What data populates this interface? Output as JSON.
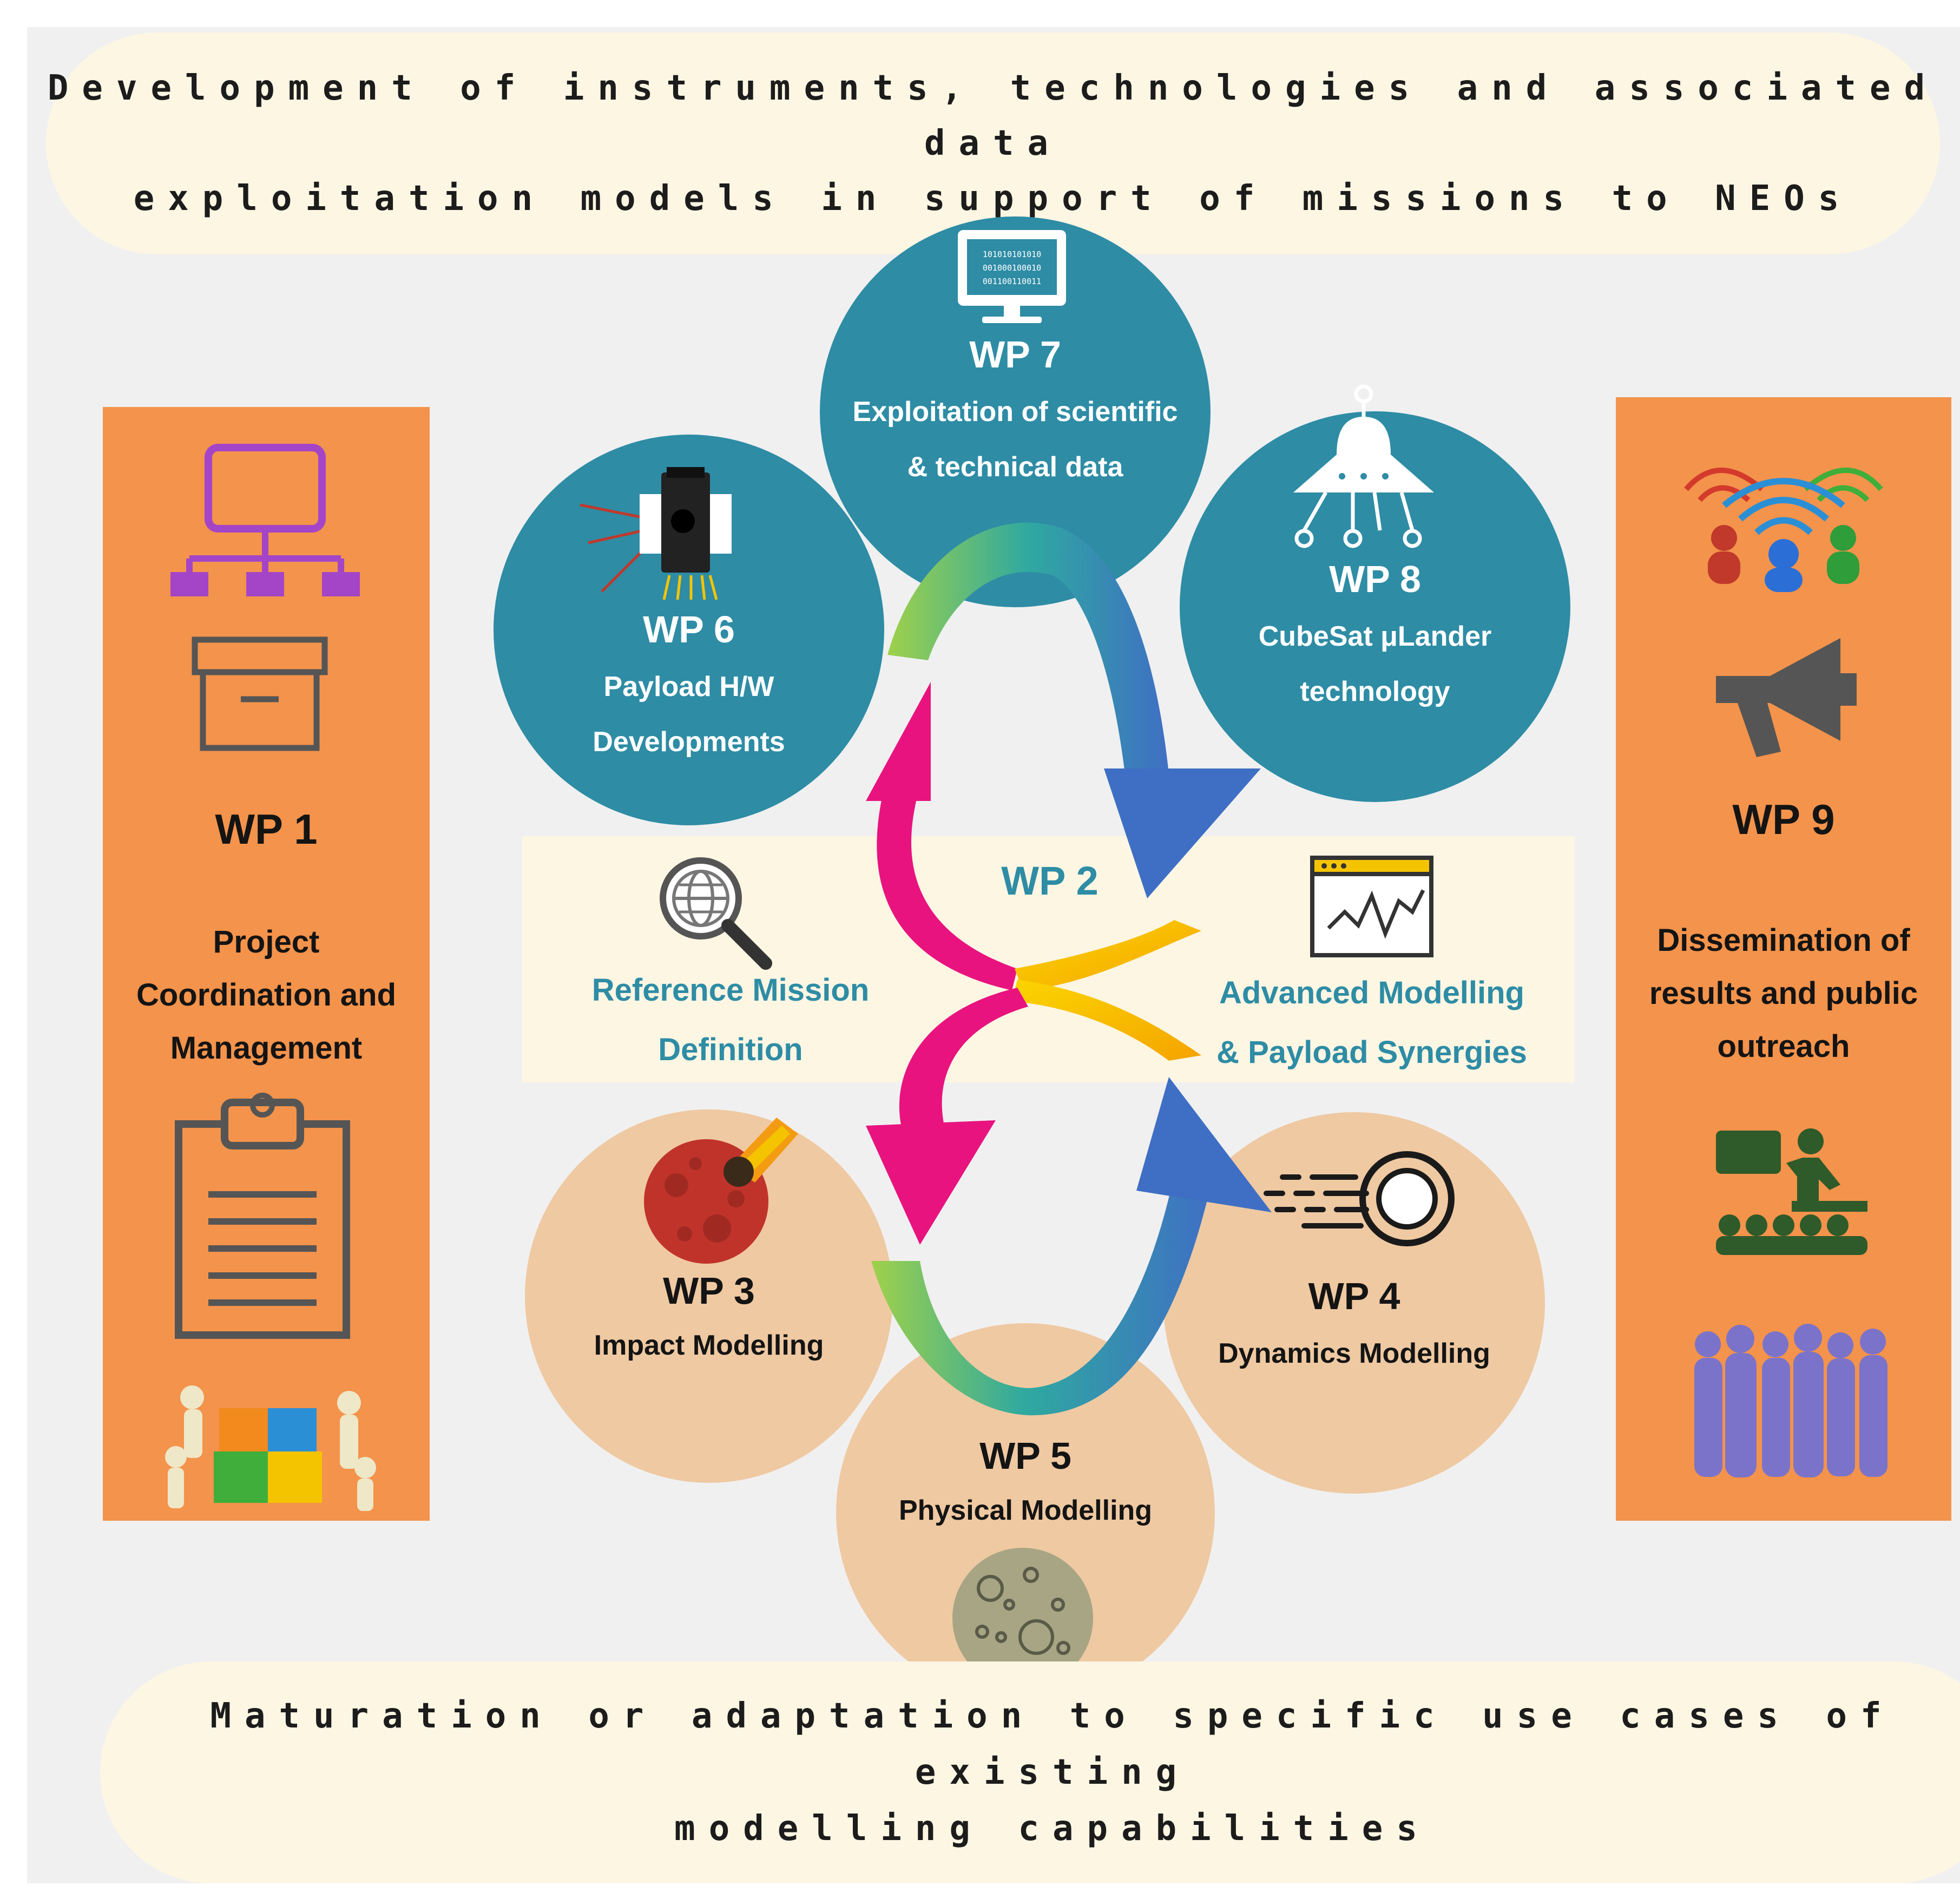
{
  "top_banner": {
    "line1": "Development of instruments, technologies and associated data",
    "line2": "exploitation models in support of missions to NEOs"
  },
  "bottom_banner": {
    "line1": "Maturation or adaptation to specific use cases of existing",
    "line2": "modelling capabilities"
  },
  "wp1": {
    "title": "WP 1",
    "desc": [
      "Project",
      "Coordination and",
      "Management"
    ]
  },
  "wp9": {
    "title": "WP 9",
    "desc": [
      "Dissemination of",
      "results and public",
      "outreach"
    ]
  },
  "wp2": {
    "title": "WP 2",
    "left": [
      "Reference Mission",
      "Definition"
    ],
    "right": [
      "Advanced Modelling",
      "& Payload Synergies"
    ]
  },
  "wp3": {
    "title": "WP 3",
    "desc": [
      "Impact Modelling"
    ]
  },
  "wp4": {
    "title": "WP 4",
    "desc": [
      "Dynamics Modelling"
    ]
  },
  "wp5": {
    "title": "WP 5",
    "desc": [
      "Physical Modelling"
    ]
  },
  "wp6": {
    "title": "WP 6",
    "desc": [
      "Payload H/W",
      "Developments"
    ]
  },
  "wp7": {
    "title": "WP 7",
    "desc": [
      "Exploitation of scientific",
      "& technical data"
    ],
    "screen": [
      "101010101010",
      "001000100010",
      "001100110011"
    ]
  },
  "wp8": {
    "title": "WP 8",
    "desc": [
      "CubeSat μLander",
      "technology"
    ]
  },
  "colors": {
    "teal": "#2e8ca5",
    "peach": "#efc9a2",
    "orange": "#f4934b",
    "cream": "#fdf6e3",
    "magenta": "#e8137f",
    "yellow": "#fbc200",
    "blue": "#3f6fc4",
    "green": "#7cc242"
  },
  "icons": {
    "wp1": [
      "org-chart-icon",
      "archive-box-icon",
      "clipboard-icon",
      "puzzle-team-icon"
    ],
    "wp9": [
      "wifi-people-icon",
      "megaphone-icon",
      "presentation-icon",
      "crowd-icon"
    ],
    "wp2": [
      "globe-magnifier-icon",
      "chart-window-icon"
    ],
    "wp3": "meteor-icon",
    "wp4": "comet-icon",
    "wp5": "moon-icon",
    "wp6": "payload-camera-icon",
    "wp7": "computer-binary-icon",
    "wp8": "lander-icon"
  }
}
